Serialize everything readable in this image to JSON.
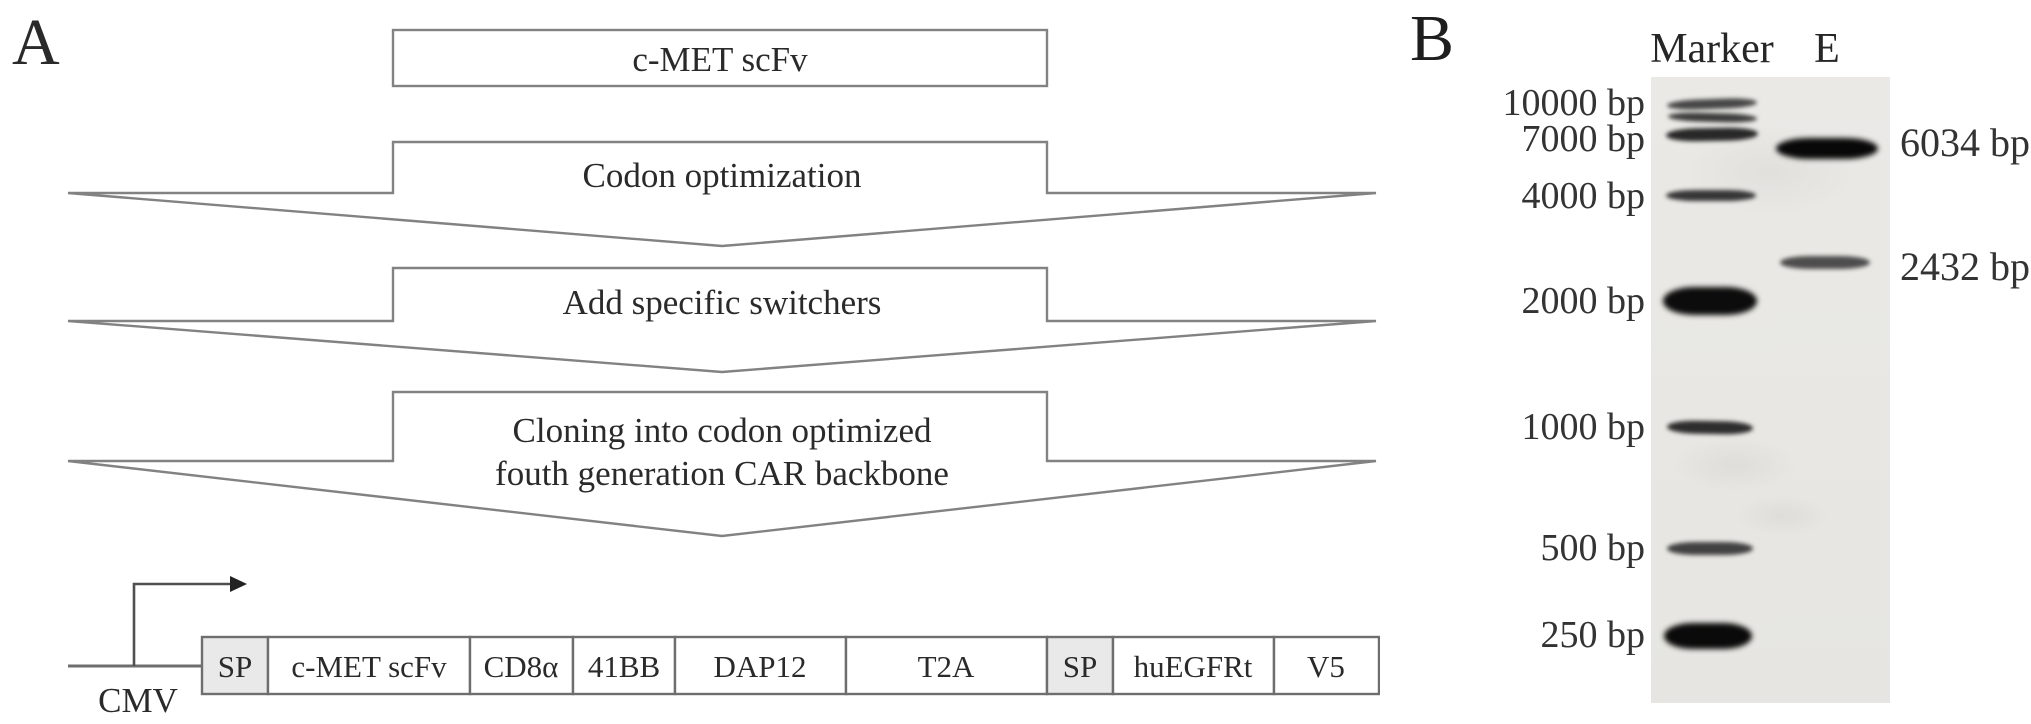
{
  "panel_a": {
    "label": "A",
    "input_box_label": "c-MET scFv",
    "step1_label": "Codon optimization",
    "step2_label": "Add specific switchers",
    "step3_line1": "Cloning into codon optimized",
    "step3_line2": "fouth generation CAR backbone",
    "construct": {
      "promoter_label": "CMV",
      "segments": [
        {
          "label": "SP"
        },
        {
          "label": "c-MET scFv"
        },
        {
          "label": "CD8α"
        },
        {
          "label": "41BB"
        },
        {
          "label": "DAP12"
        },
        {
          "label": "T2A"
        },
        {
          "label": "SP"
        },
        {
          "label": "huEGFRt"
        },
        {
          "label": "V5"
        }
      ]
    }
  },
  "panel_b": {
    "label": "B",
    "lane1_header": "Marker",
    "lane2_header": "E",
    "ladder": [
      {
        "label": "10000 bp"
      },
      {
        "label": "7000 bp"
      },
      {
        "label": "4000 bp"
      },
      {
        "label": "2000 bp"
      },
      {
        "label": "1000 bp"
      },
      {
        "label": "500 bp"
      },
      {
        "label": "250 bp"
      }
    ],
    "sample_bands": [
      {
        "label": "6034 bp"
      },
      {
        "label": "2432 bp"
      }
    ]
  },
  "colors": {
    "diagram_outline": "#828282",
    "text": "#2a2a2a",
    "sp_segment_fill": "#e9e9e9",
    "gel_background": "#e8e7e3",
    "band_dark": "#0a0a0a",
    "band_medium": "#4a4a4a"
  }
}
